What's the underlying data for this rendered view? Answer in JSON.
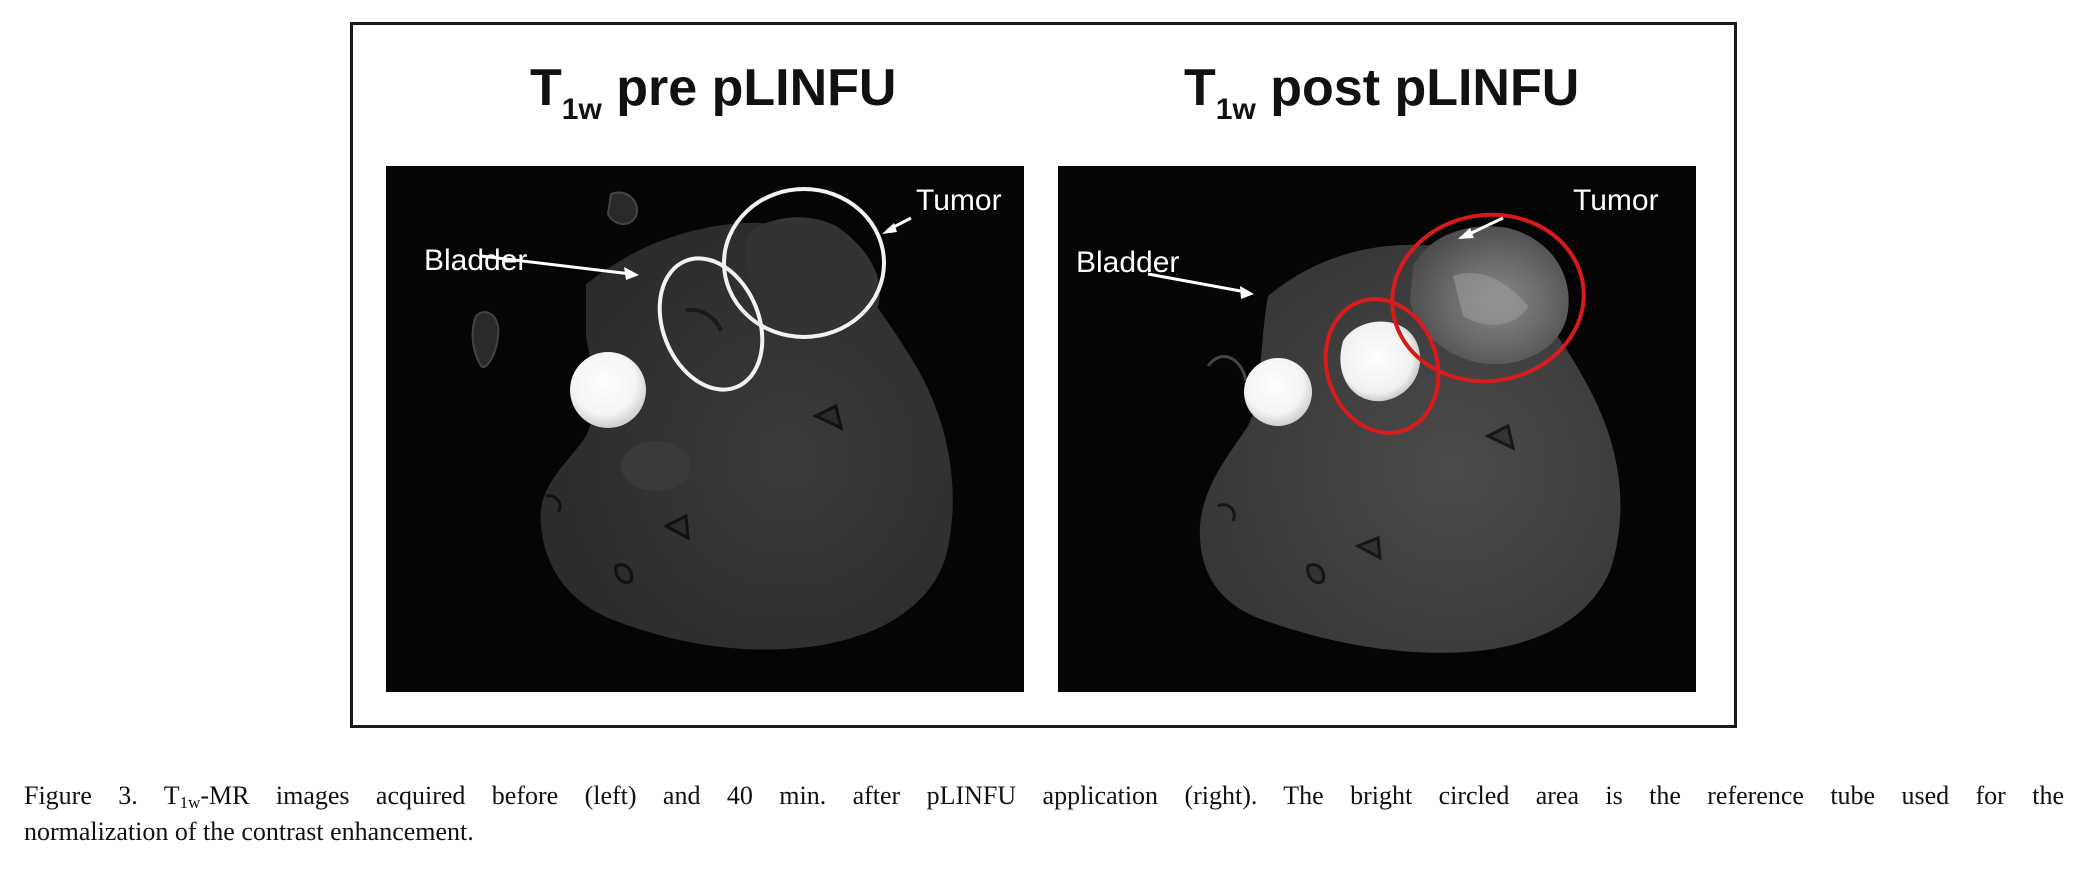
{
  "figure": {
    "panels": [
      {
        "title_main": "T",
        "title_sub": "1w",
        "title_rest": " pre pLINFU",
        "labels": {
          "bladder": "Bladder",
          "tumor": "Tumor"
        },
        "circle_color": "#f2f2f2"
      },
      {
        "title_main": "T",
        "title_sub": "1w",
        "title_rest": " post pLINFU",
        "labels": {
          "bladder": "Bladder",
          "tumor": "Tumor"
        },
        "circle_color": "#d91a1a"
      }
    ]
  },
  "caption": {
    "prefix": "Figure 3. T",
    "sub": "1w",
    "line1_rest": "-MR images acquired before (left) and 40 min. after pLINFU application (right). The bright circled area is the reference tube used for the",
    "line2": "normalization of the contrast enhancement."
  }
}
